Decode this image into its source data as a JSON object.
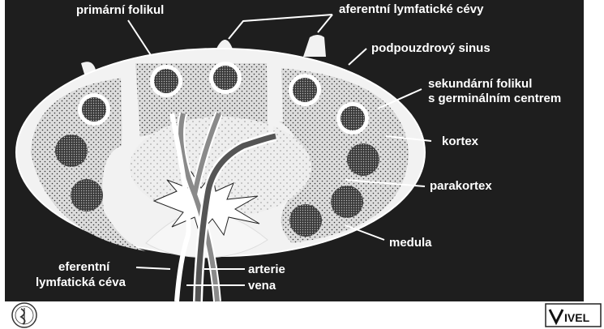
{
  "diagram": {
    "labels": {
      "primarni_folikul": "primární folikul",
      "aferentni_cevy": "aferentní lymfatické cévy",
      "podpouzdrovy_sinus": "podpouzdrový sinus",
      "sekundarni_folikul_1": "sekundární folikul",
      "sekundarni_folikul_2": "s germinálním centrem",
      "kortex": "kortex",
      "parakortex": "parakortex",
      "medula": "medula",
      "eferentni_1": "eferentní",
      "eferentni_2": "lymfatická céva",
      "arterie": "arterie",
      "vena": "vena"
    },
    "colors": {
      "background": "#1e1e1e",
      "sinus": "#f2f2f2",
      "cortex_fill": "#d8d8d8",
      "paracortex_fill": "#ececec",
      "follicle_ring": "#ffffff",
      "follicle_core": "#3a3a3a",
      "artery": "#8a8a8a",
      "vein": "#555555"
    }
  },
  "logos": {
    "left_seal": "seal-logo",
    "right_logo": "VIVEL"
  }
}
